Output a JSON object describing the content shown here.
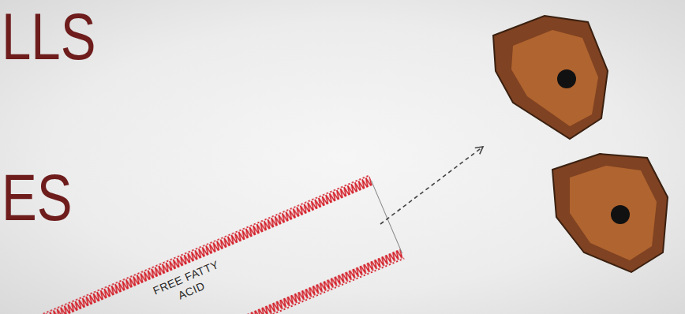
{
  "diagram": {
    "nodes": [
      {
        "text": [
          "FREE FATTY ACID"
        ]
      }
    ],
    "labels": [
      "LLS",
      "ES"
    ]
  }
}
